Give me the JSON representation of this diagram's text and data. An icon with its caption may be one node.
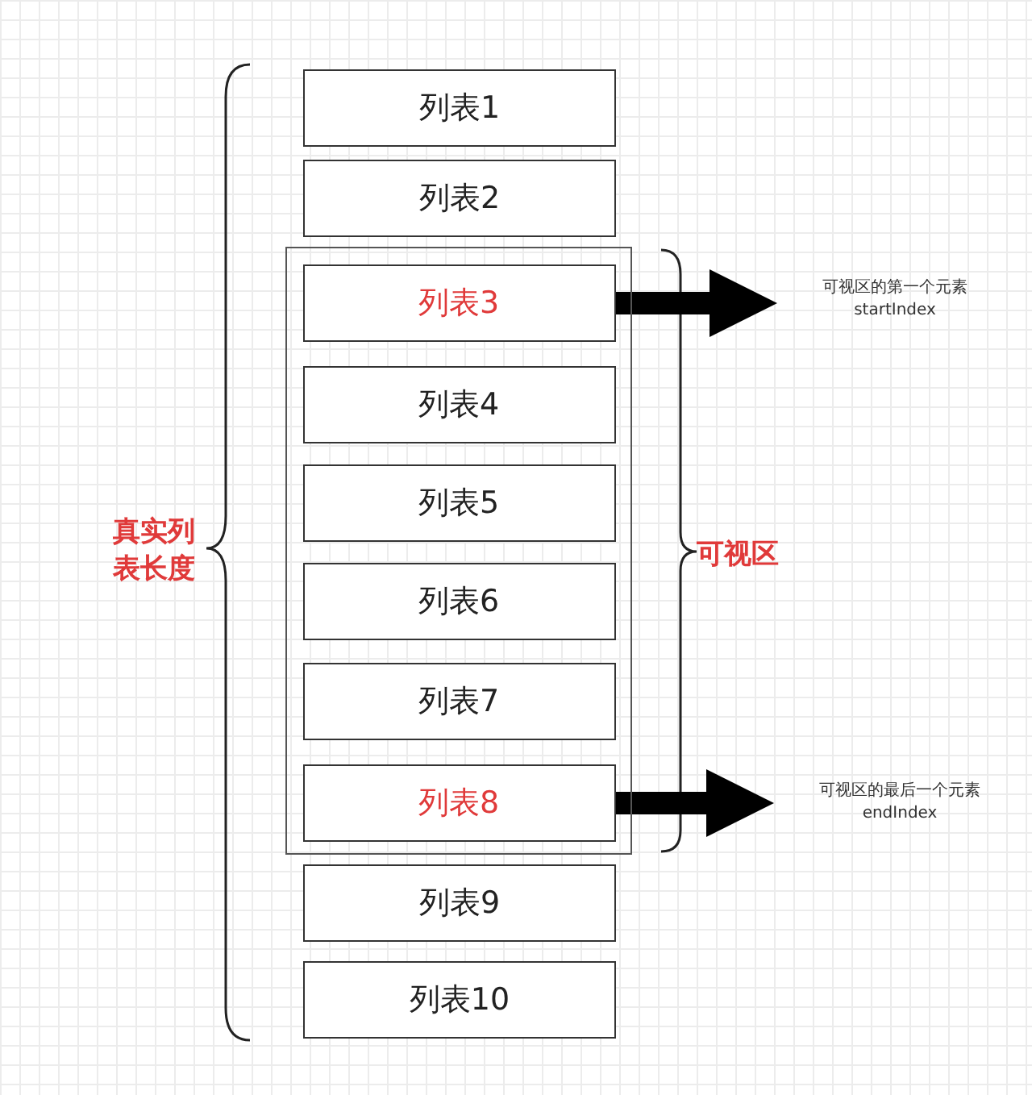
{
  "diagram": {
    "nodes": [
      {
        "text": [
          "列表1"
        ]
      },
      {
        "text": [
          "列表2"
        ]
      },
      {
        "text": [],
        "shape": "box"
      },
      {
        "text": [
          "列表3"
        ],
        "in": 2
      },
      {
        "text": [
          "列表4"
        ],
        "in": 2
      },
      {
        "text": [
          "列表5"
        ],
        "in": 2
      },
      {
        "text": [
          "列表6"
        ],
        "in": 2
      },
      {
        "text": [
          "列表7"
        ],
        "in": 2
      },
      {
        "text": [
          "列表8"
        ],
        "in": 2
      },
      {
        "text": [
          "列表9"
        ]
      },
      {
        "text": [
          "列表10"
        ]
      },
      {
        "text": [
          "可视区的第一个元素",
          "startIndex"
        ]
      },
      {
        "text": [
          "可视区的最后一个元素",
          "endIndex"
        ]
      }
    ],
    "edges": [
      {
        "from": 3,
        "to": 11,
        "arrow": "to"
      },
      {
        "from": 8,
        "to": 12,
        "arrow": "to"
      }
    ],
    "labels": [
      "真实列表长度",
      "可视区"
    ]
  }
}
